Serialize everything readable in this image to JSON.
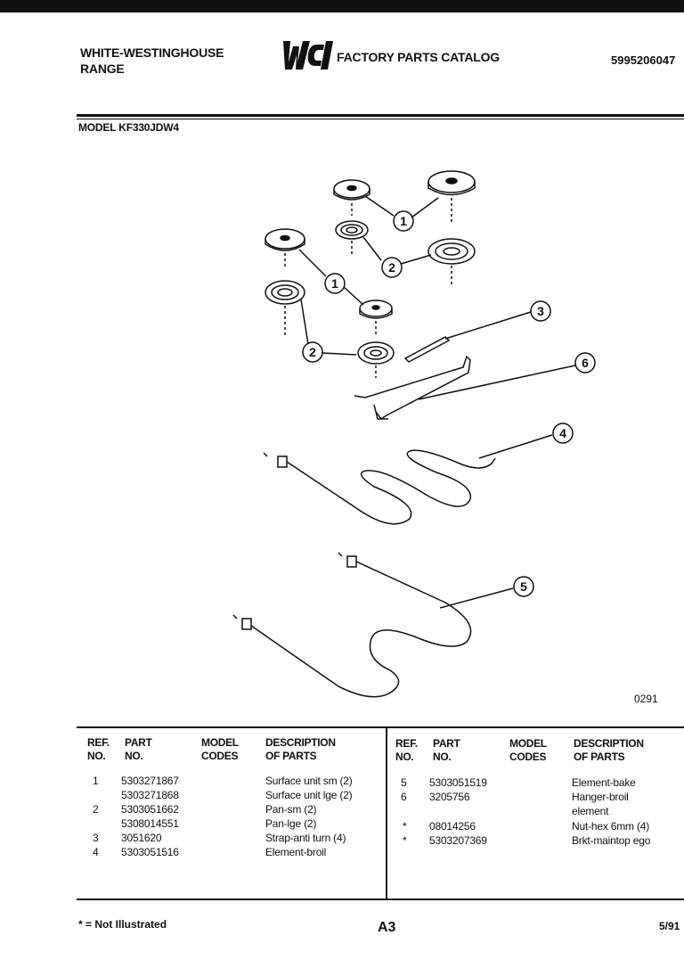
{
  "header": {
    "brand_line1": "WHITE-WESTINGHOUSE",
    "brand_line2": "RANGE",
    "logo_text": "WCI",
    "catalog_title": "FACTORY PARTS CATALOG",
    "catalog_number": "5995206047",
    "model": "MODEL KF330JDW4"
  },
  "diagram": {
    "callouts": [
      "1",
      "2",
      "1",
      "2",
      "3",
      "6",
      "4",
      "5"
    ],
    "illustration_code": "0291"
  },
  "table": {
    "headers": {
      "ref": [
        "REF.",
        "NO."
      ],
      "part": [
        "PART",
        "NO."
      ],
      "model": [
        "MODEL",
        "CODES"
      ],
      "desc": [
        "DESCRIPTION",
        "OF PARTS"
      ]
    },
    "left_rows": [
      {
        "ref": "1",
        "part": "5303271867",
        "desc": "Surface unit sm (2)"
      },
      {
        "ref": "",
        "part": "5303271868",
        "desc": "Surface unit lge (2)"
      },
      {
        "ref": "2",
        "part": "5303051662",
        "desc": "Pan-sm (2)"
      },
      {
        "ref": "",
        "part": "5308014551",
        "desc": "Pan-lge (2)"
      },
      {
        "ref": "3",
        "part": "3051620",
        "desc": "Strap-anti turn (4)"
      },
      {
        "ref": "4",
        "part": "5303051516",
        "desc": "Element-broil"
      }
    ],
    "right_rows": [
      {
        "ref": "5",
        "part": "5303051519",
        "desc": "Element-bake"
      },
      {
        "ref": "6",
        "part": "3205756",
        "desc": "Hanger-broil"
      },
      {
        "ref": "",
        "part": "",
        "desc": "element"
      },
      {
        "ref": "*",
        "part": "08014256",
        "desc": "Nut-hex 6mm (4)"
      },
      {
        "ref": "*",
        "part": "5303207369",
        "desc": "Brkt-maintop ego"
      }
    ]
  },
  "footer": {
    "footnote": "* = Not Illustrated",
    "page": "A3",
    "date": "5/91"
  }
}
